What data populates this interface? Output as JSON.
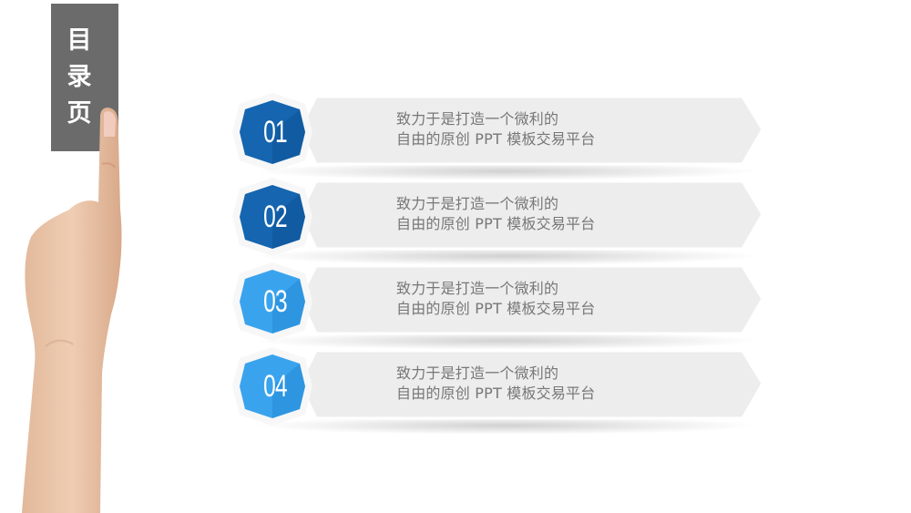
{
  "slide": {
    "title_chars": [
      "目",
      "录",
      "页"
    ],
    "title_box_color": "#6b6b6b",
    "hand_image": "pointing-finger-hand"
  },
  "items": [
    {
      "number": "01",
      "color_top": "#1565b0",
      "color_bottom": "#0e57a3",
      "line1": "致力于是打造一个微利的",
      "line2": "自由的原创 PPT 模板交易平台"
    },
    {
      "number": "02",
      "color_top": "#1565b0",
      "color_bottom": "#0e57a3",
      "line1": "致力于是打造一个微利的",
      "line2": "自由的原创 PPT 模板交易平台"
    },
    {
      "number": "03",
      "color_top": "#3aa3ee",
      "color_bottom": "#2f95e3",
      "line1": "致力于是打造一个微利的",
      "line2": "自由的原创 PPT 模板交易平台"
    },
    {
      "number": "04",
      "color_top": "#3aa3ee",
      "color_bottom": "#2f95e3",
      "line1": "致力于是打造一个微利的",
      "line2": "自由的原创 PPT 模板交易平台"
    }
  ],
  "colors": {
    "card_fill": "#ededed",
    "card_border": "#ffffff",
    "text": "#777777"
  }
}
